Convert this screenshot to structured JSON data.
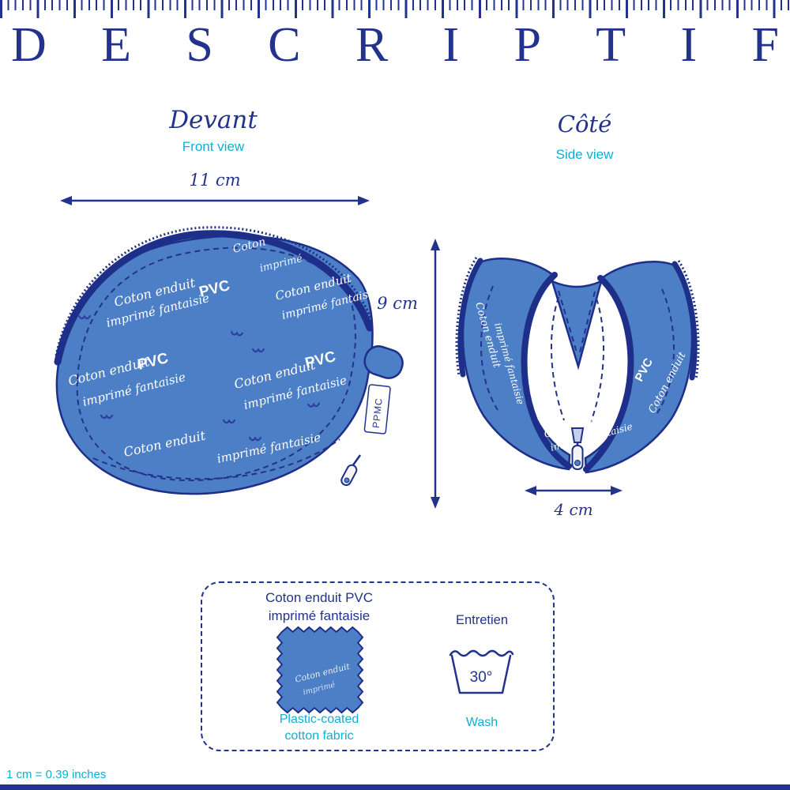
{
  "page": {
    "title_word": "DESCRIPTIF",
    "scale_note": "1 cm = 0.39 inches"
  },
  "front_view": {
    "title": "Devant",
    "subtitle": "Front view",
    "width_label": "11 cm",
    "height_label": "9 cm",
    "tag_text": "PPMC"
  },
  "side_view": {
    "title": "Côté",
    "subtitle": "Side view",
    "width_label": "4 cm"
  },
  "fabric_pattern": {
    "coton": "Coton",
    "coton_enduit": "Coton enduit",
    "imprime": "imprimé",
    "imprime_fantaisie": "imprimé fantaisie",
    "pvc": "PVC"
  },
  "care_box": {
    "fabric_name_line1": "Coton enduit PVC",
    "fabric_name_line2": "imprimé fantaisie",
    "fabric_name_en_line1": "Plastic-coated",
    "fabric_name_en_line2": "cotton fabric",
    "care_title": "Entretien",
    "wash_temperature": "30°",
    "care_title_en": "Wash"
  },
  "colors": {
    "navy": "#23338c",
    "pouch_blue": "#4d7fc6",
    "accent_cyan": "#0cb0d6",
    "white": "#ffffff"
  }
}
